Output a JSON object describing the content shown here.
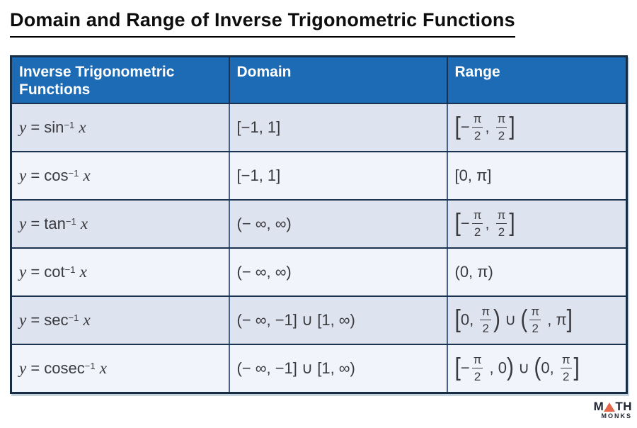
{
  "title": "Domain and Range of Inverse Trigonometric Functions",
  "table": {
    "headers": [
      "Inverse Trigonometric Functions",
      "Domain",
      "Range"
    ],
    "row_keys": [
      "fn",
      "domain",
      "range"
    ],
    "rows": [
      {
        "fn": [
          {
            "it": "y"
          },
          {
            "t": " = sin"
          },
          {
            "sup": "−1"
          },
          {
            "t": " "
          },
          {
            "it": "x"
          }
        ],
        "domain": [
          {
            "t": "[−1, 1]"
          }
        ],
        "range": [
          {
            "big": "["
          },
          {
            "t": "−"
          },
          {
            "frac": [
              "π",
              "2"
            ]
          },
          {
            "t": ", "
          },
          {
            "frac": [
              "π",
              "2"
            ]
          },
          {
            "big": "]"
          }
        ]
      },
      {
        "fn": [
          {
            "it": "y"
          },
          {
            "t": " = cos"
          },
          {
            "sup": "−1"
          },
          {
            "t": " "
          },
          {
            "it": "x"
          }
        ],
        "domain": [
          {
            "t": "[−1, 1]"
          }
        ],
        "range": [
          {
            "t": "[0, π]"
          }
        ]
      },
      {
        "fn": [
          {
            "it": "y"
          },
          {
            "t": " = tan"
          },
          {
            "sup": "−1"
          },
          {
            "t": " "
          },
          {
            "it": "x"
          }
        ],
        "domain": [
          {
            "t": "(− ∞, ∞)"
          }
        ],
        "range": [
          {
            "big": "["
          },
          {
            "t": "−"
          },
          {
            "frac": [
              "π",
              "2"
            ]
          },
          {
            "t": ", "
          },
          {
            "frac": [
              "π",
              "2"
            ]
          },
          {
            "big": "]"
          }
        ]
      },
      {
        "fn": [
          {
            "it": "y"
          },
          {
            "t": " = cot"
          },
          {
            "sup": "−1"
          },
          {
            "t": " "
          },
          {
            "it": "x"
          }
        ],
        "domain": [
          {
            "t": "(− ∞, ∞)"
          }
        ],
        "range": [
          {
            "t": "(0, π)"
          }
        ]
      },
      {
        "fn": [
          {
            "it": "y"
          },
          {
            "t": " = sec"
          },
          {
            "sup": "−1"
          },
          {
            "t": " "
          },
          {
            "it": "x"
          }
        ],
        "domain": [
          {
            "t": "(− ∞, −1] ∪ [1, ∞)"
          }
        ],
        "range": [
          {
            "big": "["
          },
          {
            "t": "0, "
          },
          {
            "frac": [
              "π",
              "2"
            ]
          },
          {
            "big": ")"
          },
          {
            "t": " ∪ "
          },
          {
            "big": "("
          },
          {
            "frac": [
              "π",
              "2"
            ]
          },
          {
            "t": " , π"
          },
          {
            "big": "]"
          }
        ]
      },
      {
        "fn": [
          {
            "it": "y"
          },
          {
            "t": " = cosec"
          },
          {
            "sup": "−1"
          },
          {
            "t": " "
          },
          {
            "it": "x"
          }
        ],
        "domain": [
          {
            "t": "(− ∞, −1] ∪ [1, ∞)"
          }
        ],
        "range": [
          {
            "big": "["
          },
          {
            "t": "−"
          },
          {
            "frac": [
              "π",
              "2"
            ]
          },
          {
            "t": " , 0"
          },
          {
            "big": ")"
          },
          {
            "t": " ∪ "
          },
          {
            "big": "("
          },
          {
            "t": "0, "
          },
          {
            "frac": [
              "π",
              "2"
            ]
          },
          {
            "big": "]"
          }
        ]
      }
    ]
  },
  "logo": {
    "top_left": "M",
    "top_right": "TH",
    "bottom": "MONKS",
    "triangle_color": "#e2674d"
  },
  "colors": {
    "header_bg": "#1d6bb5",
    "row_odd_bg": "#dee3f0",
    "row_even_bg": "#f1f5fb",
    "outer_border": "#152c42",
    "inner_border": "#1b3350",
    "vertical_border": "#46618a",
    "cell_text": "#3a3a3e"
  }
}
